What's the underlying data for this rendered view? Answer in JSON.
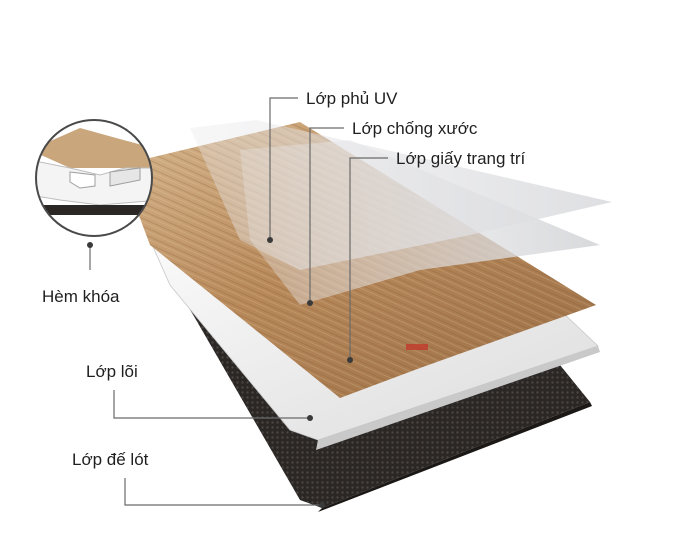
{
  "labels": {
    "uv_layer": "Lớp phủ UV",
    "scratch_layer": "Lớp chống xước",
    "decor_paper_layer": "Lớp giấy trang trí",
    "lock_joint": "Hèm khóa",
    "core_layer": "Lớp lõi",
    "backing_layer": "Lớp đế lót"
  },
  "colors": {
    "wood_light": "#c9a67c",
    "wood_dark": "#8a6440",
    "core": "#f2f2f2",
    "backing": "#2a2624",
    "leader": "#6a6a6a",
    "dot": "#3a3a3a"
  }
}
